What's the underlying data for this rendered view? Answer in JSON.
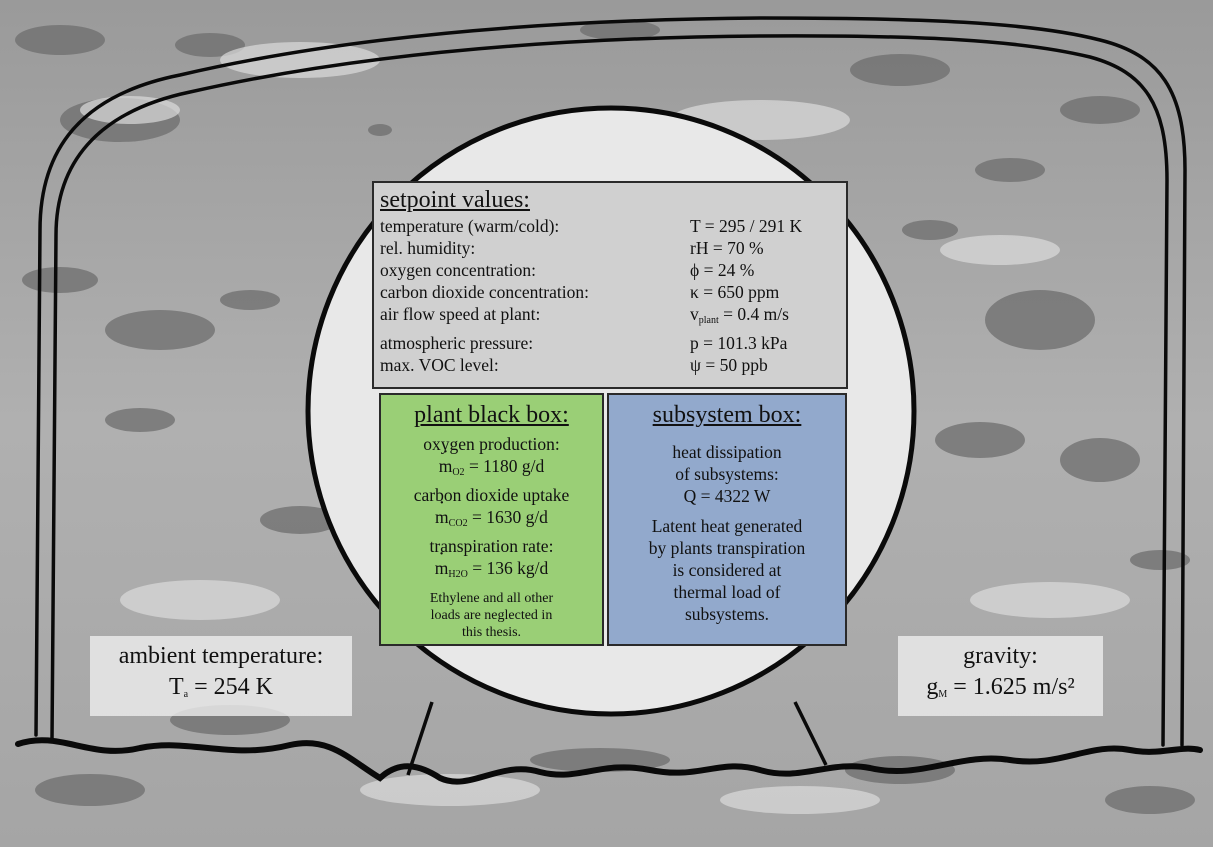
{
  "setpoint": {
    "title": "setpoint values:",
    "rows": [
      {
        "label": "temperature (warm/cold):",
        "value": "T = 295 / 291 K"
      },
      {
        "label": "rel. humidity:",
        "value": "rH = 70 %"
      },
      {
        "label": "oxygen concentration:",
        "value": "ϕ = 24 %"
      },
      {
        "label": "carbon dioxide concentration:",
        "value": "κ = 650 ppm"
      },
      {
        "label": "air flow speed at plant:",
        "value_prefix": "v",
        "value_sub": "plant",
        "value_suffix": " = 0.4 m/s"
      },
      {
        "label": "atmospheric pressure:",
        "value": "p = 101.3 kPa"
      },
      {
        "label": "max. VOC level:",
        "value": "ψ = 50 ppb"
      }
    ]
  },
  "plant_box": {
    "title": "plant black box:",
    "oxygen_label": "oxygen production:",
    "oxygen_symbol": "m",
    "oxygen_sub": "O2",
    "oxygen_value": " = 1180 g/d",
    "co2_label": "carbon dioxide uptake",
    "co2_symbol": "m",
    "co2_sub": "CO2",
    "co2_value": " = 1630 g/d",
    "transp_label": "transpiration rate:",
    "transp_symbol": "m",
    "transp_sub": "H2O",
    "transp_value": " = 136 kg/d",
    "note_lines": [
      "Ethylene and all other",
      "loads are neglected in",
      "this thesis."
    ]
  },
  "subsystem_box": {
    "title": "subsystem box:",
    "heat_lines": [
      "heat dissipation",
      "of subsystems:",
      "Q = 4322 W"
    ],
    "latent_lines": [
      "Latent heat generated",
      "by plants transpiration",
      "is considered at",
      "thermal load of",
      "subsystems."
    ]
  },
  "ambient": {
    "label": "ambient temperature:",
    "symbol": "T",
    "sub": "a",
    "value": " = 254 K"
  },
  "gravity": {
    "label": "gravity:",
    "symbol": "g",
    "sub": "M",
    "value": " = 1.625 m/s²"
  },
  "colors": {
    "plant_box": "#9acf76",
    "subsystem_box": "#92a9cc",
    "setpoint_box": "#d0d0d0",
    "circle_fill": "#e8e8e8"
  }
}
